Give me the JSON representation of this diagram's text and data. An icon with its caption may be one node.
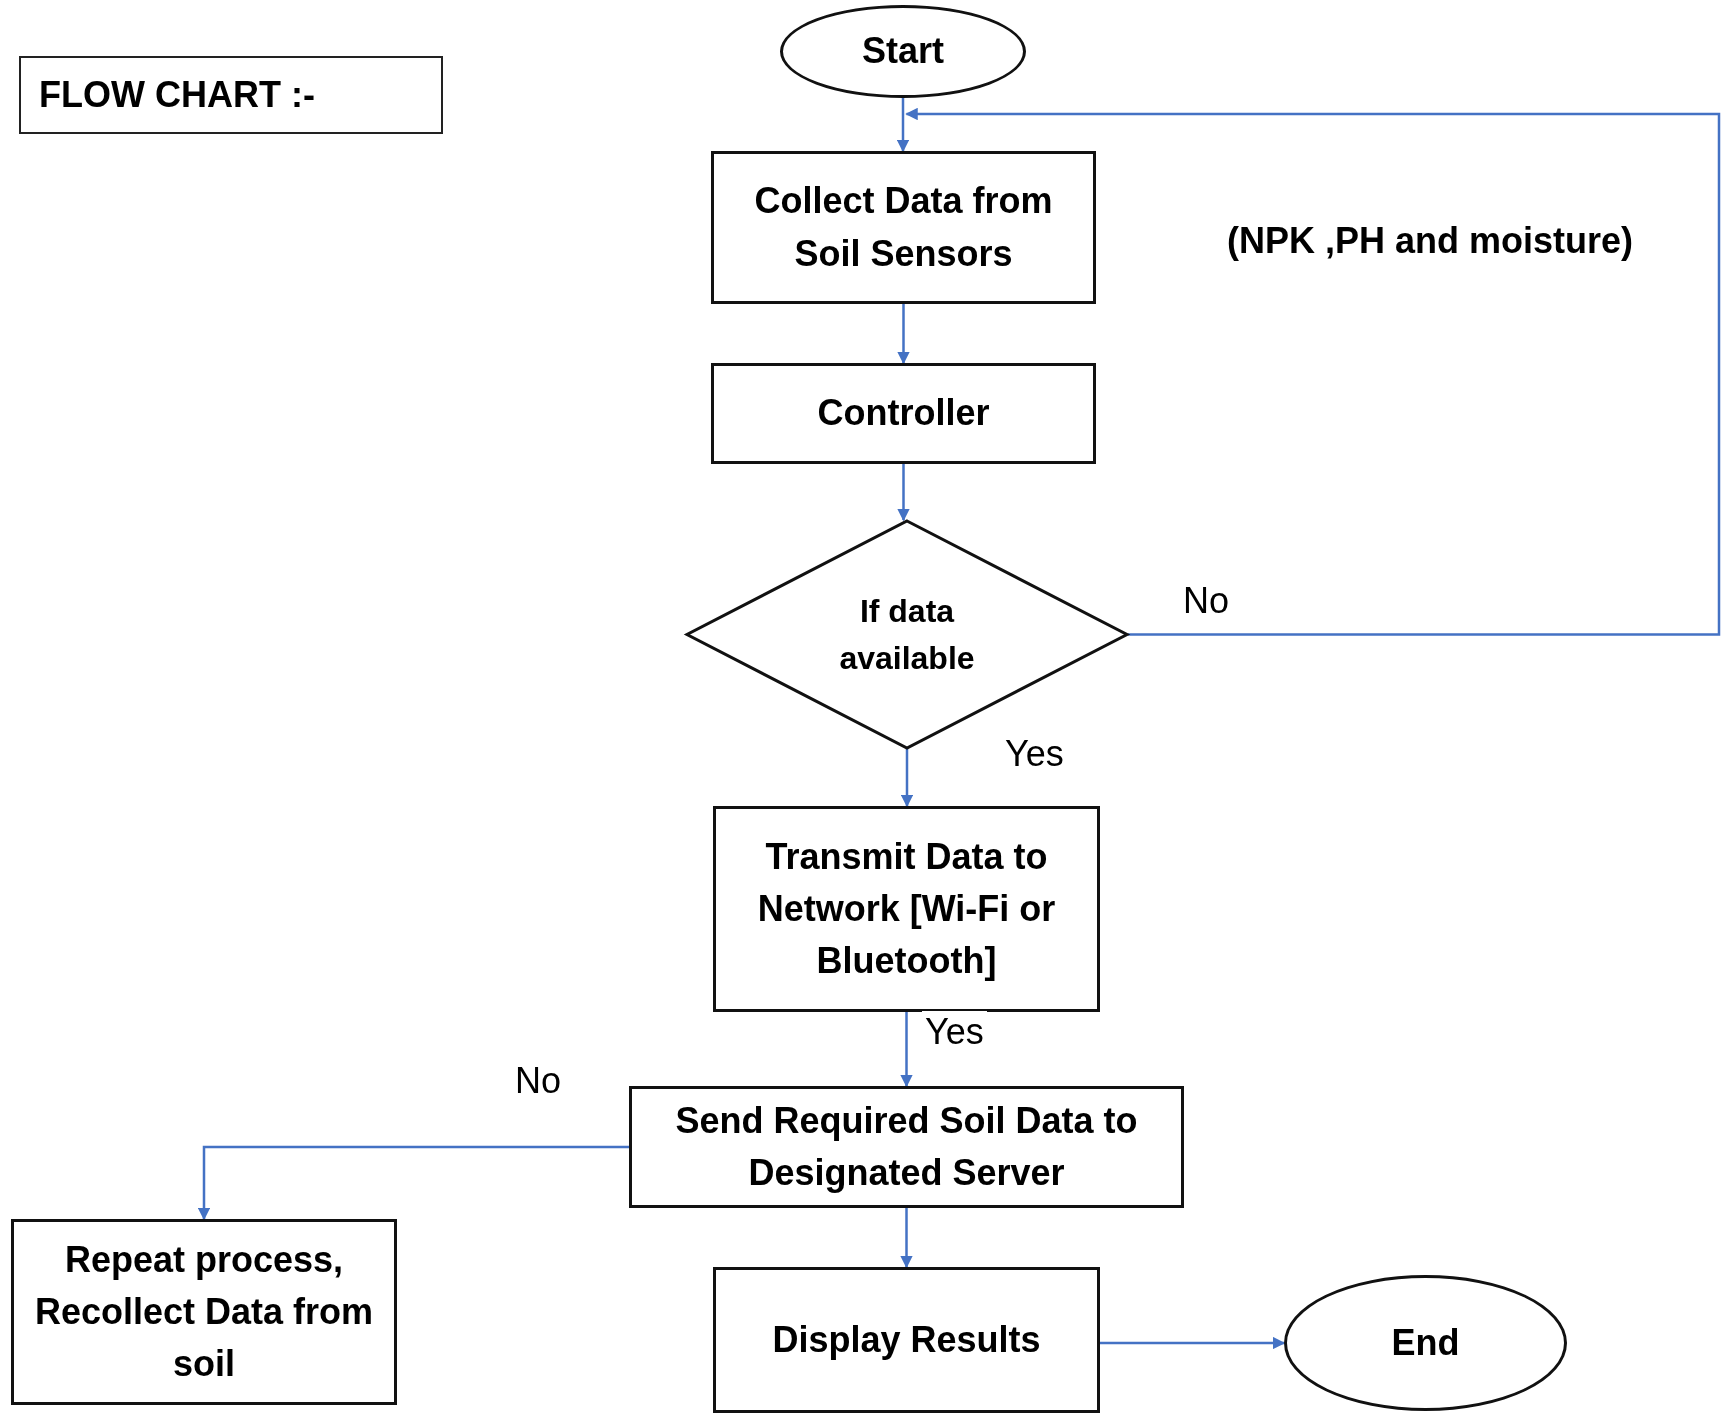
{
  "diagram": {
    "title": "FLOW CHART :-",
    "nodes": [
      {
        "text": [
          "Start"
        ]
      },
      {
        "text": [
          "Collect Data from Soil Sensors"
        ]
      },
      {
        "text": [
          "Controller"
        ]
      },
      {
        "text": [
          "If data available"
        ]
      },
      {
        "text": [
          "Transmit Data to Network [Wi-Fi or Bluetooth]"
        ]
      },
      {
        "text": [
          "Send Required Soil Data to Designated Server"
        ]
      },
      {
        "text": [
          "Repeat process, Recollect Data from soil"
        ]
      },
      {
        "text": [
          "Display Results"
        ]
      },
      {
        "text": [
          "End"
        ]
      }
    ],
    "edges": [
      {
        "from": 0,
        "to": 1,
        "arrow": "to"
      },
      {
        "from": 1,
        "to": 2,
        "arrow": "to"
      },
      {
        "from": 2,
        "to": 3,
        "arrow": "to"
      },
      {
        "from": 3,
        "to": 4,
        "arrow": "to",
        "label": "Yes"
      },
      {
        "from": 3,
        "to": 1,
        "arrow": "to",
        "label": "No"
      },
      {
        "from": 4,
        "to": 5,
        "arrow": "to",
        "label": "Yes"
      },
      {
        "from": 5,
        "to": 6,
        "arrow": "to",
        "label": "No"
      },
      {
        "from": 5,
        "to": 7,
        "arrow": "to"
      },
      {
        "from": 7,
        "to": 8,
        "arrow": "to"
      }
    ],
    "labels": [
      "(NPK ,PH and moisture)"
    ]
  }
}
